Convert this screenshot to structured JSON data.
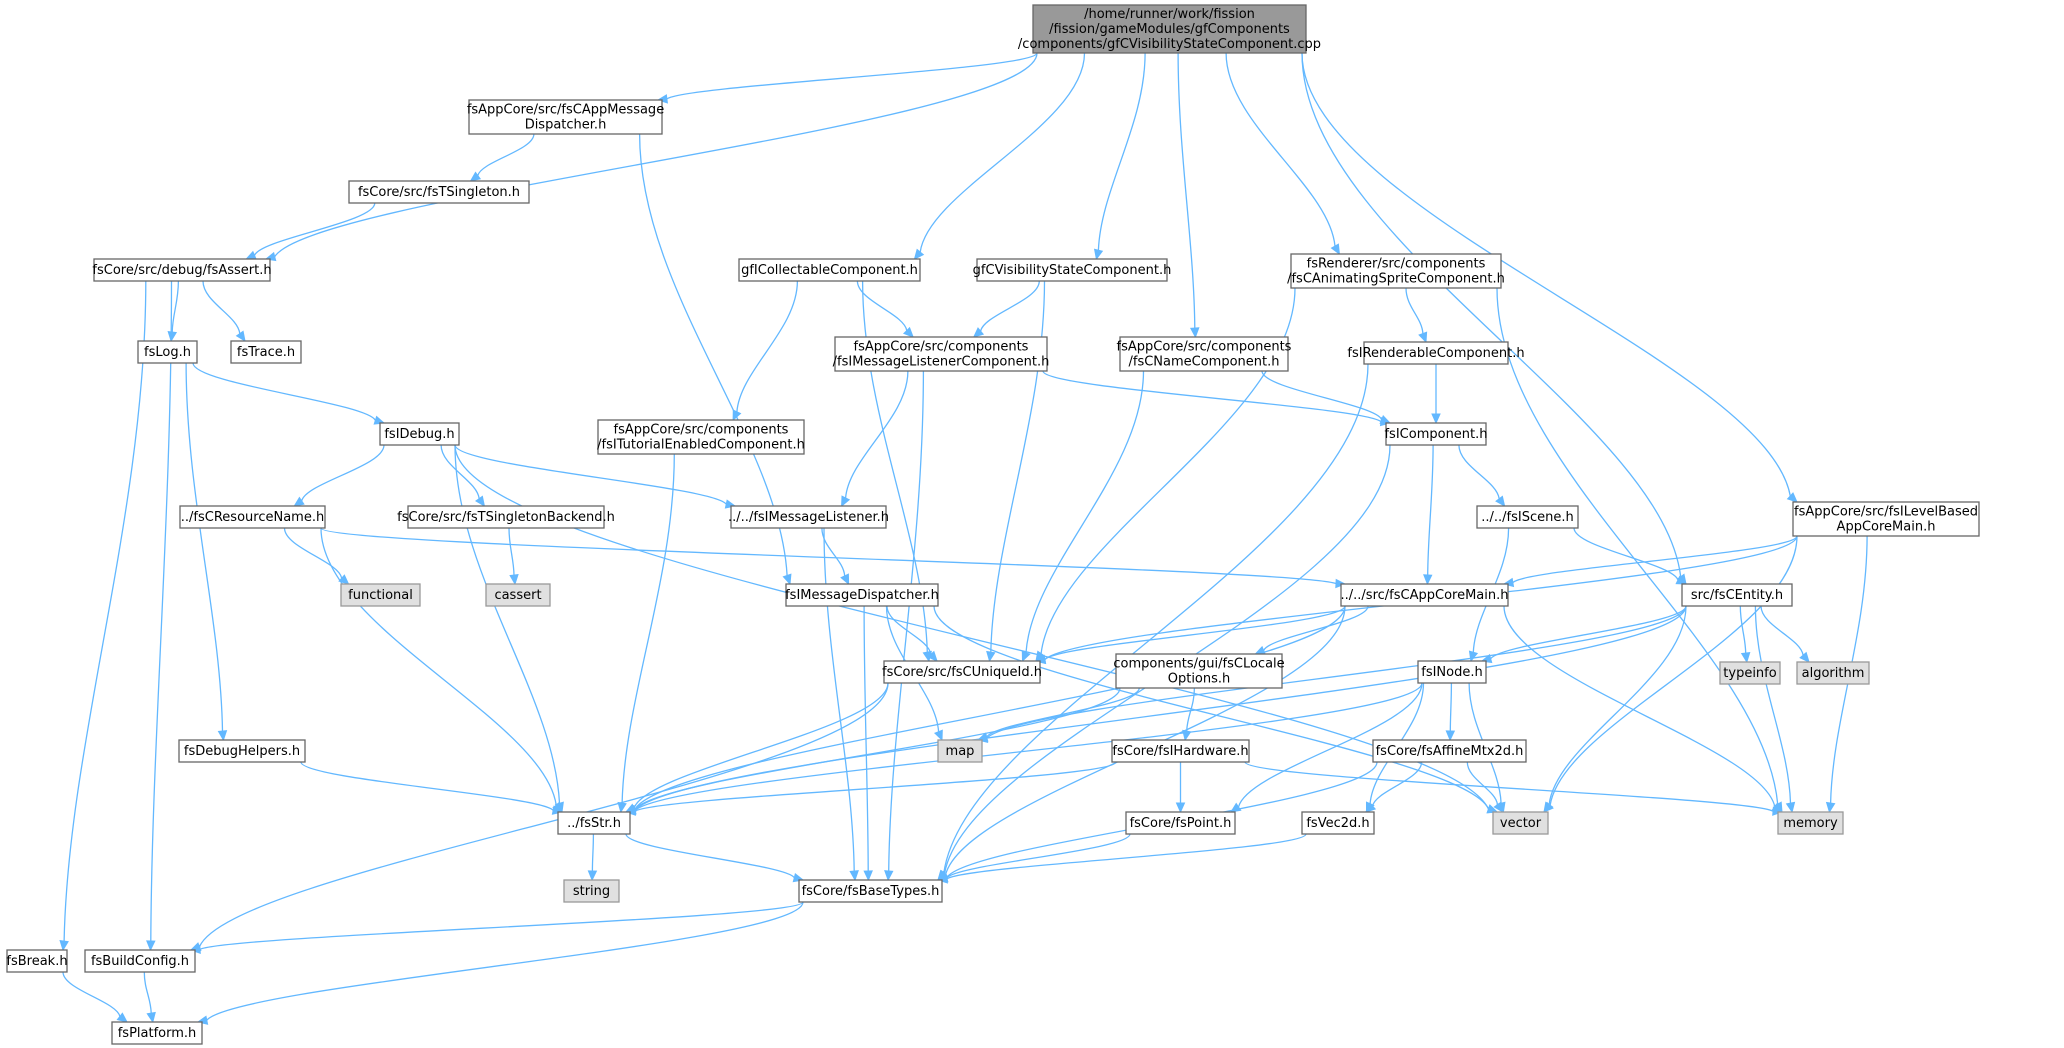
{
  "colors": {
    "edge": "#63b8ff",
    "node_border": "#666666",
    "root_fill": "#999999",
    "system_fill": "#e0e0e0",
    "system_border": "#999999",
    "node_fill": "#ffffff"
  },
  "nodes": [
    {
      "id": "root",
      "kind": "root",
      "lines": [
        "/home/runner/work/fission",
        "/fission/gameModules/gfComponents",
        "/components/gfCVisibilityStateComponent.cpp"
      ]
    },
    {
      "id": "appmsgdisp",
      "kind": "normal",
      "lines": [
        "fsAppCore/src/fsCAppMessage",
        "Dispatcher.h"
      ]
    },
    {
      "id": "tsingleton",
      "kind": "normal",
      "lines": [
        "fsCore/src/fsTSingleton.h"
      ]
    },
    {
      "id": "fsassert",
      "kind": "normal",
      "lines": [
        "fsCore/src/debug/fsAssert.h"
      ]
    },
    {
      "id": "fslog",
      "kind": "normal",
      "lines": [
        "fsLog.h"
      ]
    },
    {
      "id": "fstrace",
      "kind": "normal",
      "lines": [
        "fsTrace.h"
      ]
    },
    {
      "id": "fsidebug",
      "kind": "normal",
      "lines": [
        "fsIDebug.h"
      ]
    },
    {
      "id": "resname",
      "kind": "normal",
      "lines": [
        "../fsCResourceName.h"
      ]
    },
    {
      "id": "functional",
      "kind": "system",
      "lines": [
        "functional"
      ]
    },
    {
      "id": "tsbackend",
      "kind": "normal",
      "lines": [
        "fsCore/src/fsTSingletonBackend.h"
      ]
    },
    {
      "id": "cassert",
      "kind": "system",
      "lines": [
        "cassert"
      ]
    },
    {
      "id": "collectable",
      "kind": "normal",
      "lines": [
        "gfICollectableComponent.h"
      ]
    },
    {
      "id": "tutorial",
      "kind": "normal",
      "lines": [
        "fsAppCore/src/components",
        "/fsITutorialEnabledComponent.h"
      ]
    },
    {
      "id": "msglistener",
      "kind": "normal",
      "lines": [
        "../../fsIMessageListener.h"
      ]
    },
    {
      "id": "msgdispatcher",
      "kind": "normal",
      "lines": [
        "fsIMessageDispatcher.h"
      ]
    },
    {
      "id": "visstate",
      "kind": "normal",
      "lines": [
        "gfCVisibilityStateComponent.h"
      ]
    },
    {
      "id": "mlcomp",
      "kind": "normal",
      "lines": [
        "fsAppCore/src/components",
        "/fsIMessageListenerComponent.h"
      ]
    },
    {
      "id": "namecomp",
      "kind": "normal",
      "lines": [
        "fsAppCore/src/components",
        "/fsCNameComponent.h"
      ]
    },
    {
      "id": "animsprite",
      "kind": "normal",
      "lines": [
        "fsRenderer/src/components",
        "/fsCAnimatingSpriteComponent.h"
      ]
    },
    {
      "id": "renderable",
      "kind": "normal",
      "lines": [
        "fsIRenderableComponent.h"
      ]
    },
    {
      "id": "icomponent",
      "kind": "normal",
      "lines": [
        "fsIComponent.h"
      ]
    },
    {
      "id": "iscene",
      "kind": "normal",
      "lines": [
        "../../fsIScene.h"
      ]
    },
    {
      "id": "appcoremain",
      "kind": "normal",
      "lines": [
        "../../src/fsCAppCoreMain.h"
      ]
    },
    {
      "id": "levelbased",
      "kind": "normal",
      "lines": [
        "fsAppCore/src/fsILevelBased",
        "AppCoreMain.h"
      ]
    },
    {
      "id": "centity",
      "kind": "normal",
      "lines": [
        "src/fsCEntity.h"
      ]
    },
    {
      "id": "typeinfo",
      "kind": "system",
      "lines": [
        "typeinfo"
      ]
    },
    {
      "id": "algorithm",
      "kind": "system",
      "lines": [
        "algorithm"
      ]
    },
    {
      "id": "uniqueid",
      "kind": "normal",
      "lines": [
        "fsCore/src/fsCUniqueId.h"
      ]
    },
    {
      "id": "locale",
      "kind": "normal",
      "lines": [
        "components/gui/fsCLocale",
        "Options.h"
      ]
    },
    {
      "id": "inode",
      "kind": "normal",
      "lines": [
        "fsINode.h"
      ]
    },
    {
      "id": "map",
      "kind": "system",
      "lines": [
        "map"
      ]
    },
    {
      "id": "affine",
      "kind": "normal",
      "lines": [
        "fsCore/fsAffineMtx2d.h"
      ]
    },
    {
      "id": "hardware",
      "kind": "normal",
      "lines": [
        "fsCore/fsIHardware.h"
      ]
    },
    {
      "id": "debughelpers",
      "kind": "normal",
      "lines": [
        "fsDebugHelpers.h"
      ]
    },
    {
      "id": "fsstr",
      "kind": "normal",
      "lines": [
        "../fsStr.h"
      ]
    },
    {
      "id": "vector",
      "kind": "system",
      "lines": [
        "vector"
      ]
    },
    {
      "id": "memory",
      "kind": "system",
      "lines": [
        "memory"
      ]
    },
    {
      "id": "fspoint",
      "kind": "normal",
      "lines": [
        "fsCore/fsPoint.h"
      ]
    },
    {
      "id": "fsvec2d",
      "kind": "normal",
      "lines": [
        "fsVec2d.h"
      ]
    },
    {
      "id": "string",
      "kind": "system",
      "lines": [
        "string"
      ]
    },
    {
      "id": "basetypes",
      "kind": "normal",
      "lines": [
        "fsCore/fsBaseTypes.h"
      ]
    },
    {
      "id": "fsbreak",
      "kind": "normal",
      "lines": [
        "fsBreak.h"
      ]
    },
    {
      "id": "buildconfig",
      "kind": "normal",
      "lines": [
        "fsBuildConfig.h"
      ]
    },
    {
      "id": "platform",
      "kind": "normal",
      "lines": [
        "fsPlatform.h"
      ]
    }
  ],
  "edges": [
    [
      "root",
      "appmsgdisp"
    ],
    [
      "root",
      "fsassert"
    ],
    [
      "root",
      "collectable"
    ],
    [
      "root",
      "visstate"
    ],
    [
      "root",
      "namecomp"
    ],
    [
      "root",
      "animsprite"
    ],
    [
      "root",
      "centity"
    ],
    [
      "root",
      "levelbased"
    ],
    [
      "appmsgdisp",
      "tsingleton"
    ],
    [
      "appmsgdisp",
      "msgdispatcher"
    ],
    [
      "tsingleton",
      "fsassert"
    ],
    [
      "fsassert",
      "fslog"
    ],
    [
      "fsassert",
      "fstrace"
    ],
    [
      "fsassert",
      "fsbreak"
    ],
    [
      "fsassert",
      "buildconfig"
    ],
    [
      "fslog",
      "fsidebug"
    ],
    [
      "fslog",
      "debughelpers"
    ],
    [
      "fsidebug",
      "resname"
    ],
    [
      "fsidebug",
      "tsbackend"
    ],
    [
      "fsidebug",
      "msglistener"
    ],
    [
      "fsidebug",
      "fsstr"
    ],
    [
      "fsidebug",
      "vector"
    ],
    [
      "resname",
      "functional"
    ],
    [
      "resname",
      "appcoremain"
    ],
    [
      "resname",
      "fsstr"
    ],
    [
      "tsbackend",
      "cassert"
    ],
    [
      "collectable",
      "mlcomp"
    ],
    [
      "collectable",
      "tutorial"
    ],
    [
      "collectable",
      "uniqueid"
    ],
    [
      "visstate",
      "mlcomp"
    ],
    [
      "visstate",
      "uniqueid"
    ],
    [
      "mlcomp",
      "msglistener"
    ],
    [
      "mlcomp",
      "icomponent"
    ],
    [
      "mlcomp",
      "basetypes"
    ],
    [
      "tutorial",
      "fsstr"
    ],
    [
      "msglistener",
      "msgdispatcher"
    ],
    [
      "msglistener",
      "basetypes"
    ],
    [
      "msgdispatcher",
      "uniqueid"
    ],
    [
      "msgdispatcher",
      "map"
    ],
    [
      "msgdispatcher",
      "vector"
    ],
    [
      "msgdispatcher",
      "basetypes"
    ],
    [
      "namecomp",
      "icomponent"
    ],
    [
      "namecomp",
      "uniqueid"
    ],
    [
      "animsprite",
      "renderable"
    ],
    [
      "animsprite",
      "uniqueid"
    ],
    [
      "animsprite",
      "memory"
    ],
    [
      "renderable",
      "icomponent"
    ],
    [
      "renderable",
      "basetypes"
    ],
    [
      "icomponent",
      "iscene"
    ],
    [
      "icomponent",
      "appcoremain"
    ],
    [
      "icomponent",
      "basetypes"
    ],
    [
      "iscene",
      "centity"
    ],
    [
      "iscene",
      "inode"
    ],
    [
      "levelbased",
      "appcoremain"
    ],
    [
      "levelbased",
      "uniqueid"
    ],
    [
      "levelbased",
      "vector"
    ],
    [
      "levelbased",
      "memory"
    ],
    [
      "appcoremain",
      "uniqueid"
    ],
    [
      "appcoremain",
      "locale"
    ],
    [
      "appcoremain",
      "fsstr"
    ],
    [
      "appcoremain",
      "memory"
    ],
    [
      "appcoremain",
      "basetypes"
    ],
    [
      "centity",
      "typeinfo"
    ],
    [
      "centity",
      "algorithm"
    ],
    [
      "centity",
      "inode"
    ],
    [
      "centity",
      "map"
    ],
    [
      "centity",
      "fsstr"
    ],
    [
      "centity",
      "vector"
    ],
    [
      "centity",
      "memory"
    ],
    [
      "uniqueid",
      "fsstr"
    ],
    [
      "uniqueid",
      "buildconfig"
    ],
    [
      "locale",
      "hardware"
    ],
    [
      "locale",
      "map"
    ],
    [
      "locale",
      "fsstr"
    ],
    [
      "inode",
      "affine"
    ],
    [
      "inode",
      "fspoint"
    ],
    [
      "inode",
      "fsvec2d"
    ],
    [
      "inode",
      "vector"
    ],
    [
      "inode",
      "fsstr"
    ],
    [
      "affine",
      "fsvec2d"
    ],
    [
      "affine",
      "vector"
    ],
    [
      "affine",
      "basetypes"
    ],
    [
      "hardware",
      "fspoint"
    ],
    [
      "hardware",
      "fsstr"
    ],
    [
      "hardware",
      "memory"
    ],
    [
      "debughelpers",
      "fsstr"
    ],
    [
      "fsstr",
      "string"
    ],
    [
      "fsstr",
      "basetypes"
    ],
    [
      "fspoint",
      "basetypes"
    ],
    [
      "fsvec2d",
      "basetypes"
    ],
    [
      "basetypes",
      "buildconfig"
    ],
    [
      "basetypes",
      "platform"
    ],
    [
      "fsbreak",
      "platform"
    ],
    [
      "buildconfig",
      "platform"
    ]
  ]
}
